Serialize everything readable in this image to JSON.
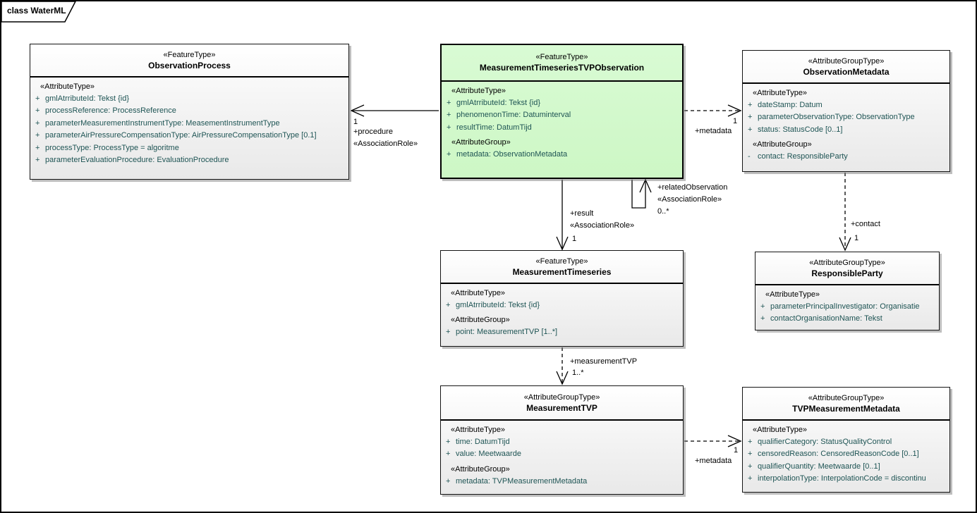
{
  "frame": {
    "tab_label": "class WaterML"
  },
  "colors": {
    "highlight_class_fill": "#cdf7c5",
    "class_fill": "#f2f2f2",
    "attribute_text": "#1e5454",
    "line": "#000000"
  },
  "classes": {
    "observation_process": {
      "stereotype": "«FeatureType»",
      "name": "ObservationProcess",
      "sections": [
        {
          "header": "«AttributeType»",
          "rows": [
            {
              "vis": "+",
              "text": "gmlAtrributeId: Tekst {id}"
            },
            {
              "vis": "+",
              "text": "processReference: ProcessReference"
            },
            {
              "vis": "+",
              "text": "parameterMeasurementInstrumentType: MeasementInstrumentType"
            },
            {
              "vis": "+",
              "text": "parameterAirPressureCompensationType: AirPressureCompensationType [0.1]"
            },
            {
              "vis": "+",
              "text": "processType: ProcessType = algoritme"
            },
            {
              "vis": "+",
              "text": "parameterEvaluationProcedure: EvaluationProcedure"
            }
          ]
        }
      ]
    },
    "mtto": {
      "stereotype": "«FeatureType»",
      "name": "MeasurementTimeseriesTVPObservation",
      "sections": [
        {
          "header": "«AttributeType»",
          "rows": [
            {
              "vis": "+",
              "text": "gmlAtrributeId: Tekst {id}"
            },
            {
              "vis": "+",
              "text": "phenomenonTime: Datuminterval"
            },
            {
              "vis": "+",
              "text": "resultTime: DatumTijd"
            }
          ]
        },
        {
          "header": "«AttributeGroup»",
          "rows": [
            {
              "vis": "+",
              "text": "metadata: ObservationMetadata"
            }
          ]
        }
      ]
    },
    "observation_metadata": {
      "stereotype": "«AttributeGroupType»",
      "name": "ObservationMetadata",
      "sections": [
        {
          "header": "«AttributeType»",
          "rows": [
            {
              "vis": "+",
              "text": "dateStamp: Datum"
            },
            {
              "vis": "+",
              "text": "parameterObservationType: ObservationType"
            },
            {
              "vis": "+",
              "text": "status: StatusCode [0..1]"
            }
          ]
        },
        {
          "header": "«AttributeGroup»",
          "rows": [
            {
              "vis": "-",
              "text": "contact: ResponsibleParty"
            }
          ]
        }
      ]
    },
    "measurement_timeseries": {
      "stereotype": "«FeatureType»",
      "name": "MeasurementTimeseries",
      "sections": [
        {
          "header": "«AttributeType»",
          "rows": [
            {
              "vis": "+",
              "text": "gmlAtrributeId: Tekst {id}"
            }
          ]
        },
        {
          "header": "«AttributeGroup»",
          "rows": [
            {
              "vis": "+",
              "text": "point: MeasurementTVP [1..*]"
            }
          ]
        }
      ]
    },
    "responsible_party": {
      "stereotype": "«AttributeGroupType»",
      "name": "ResponsibleParty",
      "sections": [
        {
          "header": "«AttributeType»",
          "rows": [
            {
              "vis": "+",
              "text": "parameterPrincipalInvestigator: Organisatie"
            },
            {
              "vis": "+",
              "text": "contactOrganisationName: Tekst"
            }
          ]
        }
      ]
    },
    "measurement_tvp": {
      "stereotype": "«AttributeGroupType»",
      "name": "MeasurementTVP",
      "sections": [
        {
          "header": "«AttributeType»",
          "rows": [
            {
              "vis": "+",
              "text": "time: DatumTijd"
            },
            {
              "vis": "+",
              "text": "value: Meetwaarde"
            }
          ]
        },
        {
          "header": "«AttributeGroup»",
          "rows": [
            {
              "vis": "+",
              "text": "metadata: TVPMeasurementMetadata"
            }
          ]
        }
      ]
    },
    "tvp_measurement_metadata": {
      "stereotype": "«AttributeGroupType»",
      "name": "TVPMeasurementMetadata",
      "sections": [
        {
          "header": "«AttributeType»",
          "rows": [
            {
              "vis": "+",
              "text": "qualifierCategory: StatusQualityControl"
            },
            {
              "vis": "+",
              "text": "censoredReason: CensoredReasonCode [0..1]"
            },
            {
              "vis": "+",
              "text": "qualifierQuantity: Meetwaarde [0..1]"
            },
            {
              "vis": "+",
              "text": "interpolationType: InterpolationCode = discontinu"
            }
          ]
        }
      ]
    }
  },
  "connectors": {
    "procedure": {
      "mult": "1",
      "role": "+procedure",
      "stereotype": "«AssociationRole»"
    },
    "metadata_top": {
      "mult": "1",
      "role": "+metadata"
    },
    "result": {
      "role": "+result",
      "stereotype": "«AssociationRole»",
      "mult": "1"
    },
    "related_observation": {
      "role": "+relatedObservation",
      "stereotype": "«AssociationRole»",
      "mult": "0..*"
    },
    "contact": {
      "role": "+contact",
      "mult": "1"
    },
    "measurement_tvp": {
      "role": "+measurementTVP",
      "mult": "1..*"
    },
    "metadata_bottom": {
      "mult": "1",
      "role": "+metadata"
    }
  }
}
